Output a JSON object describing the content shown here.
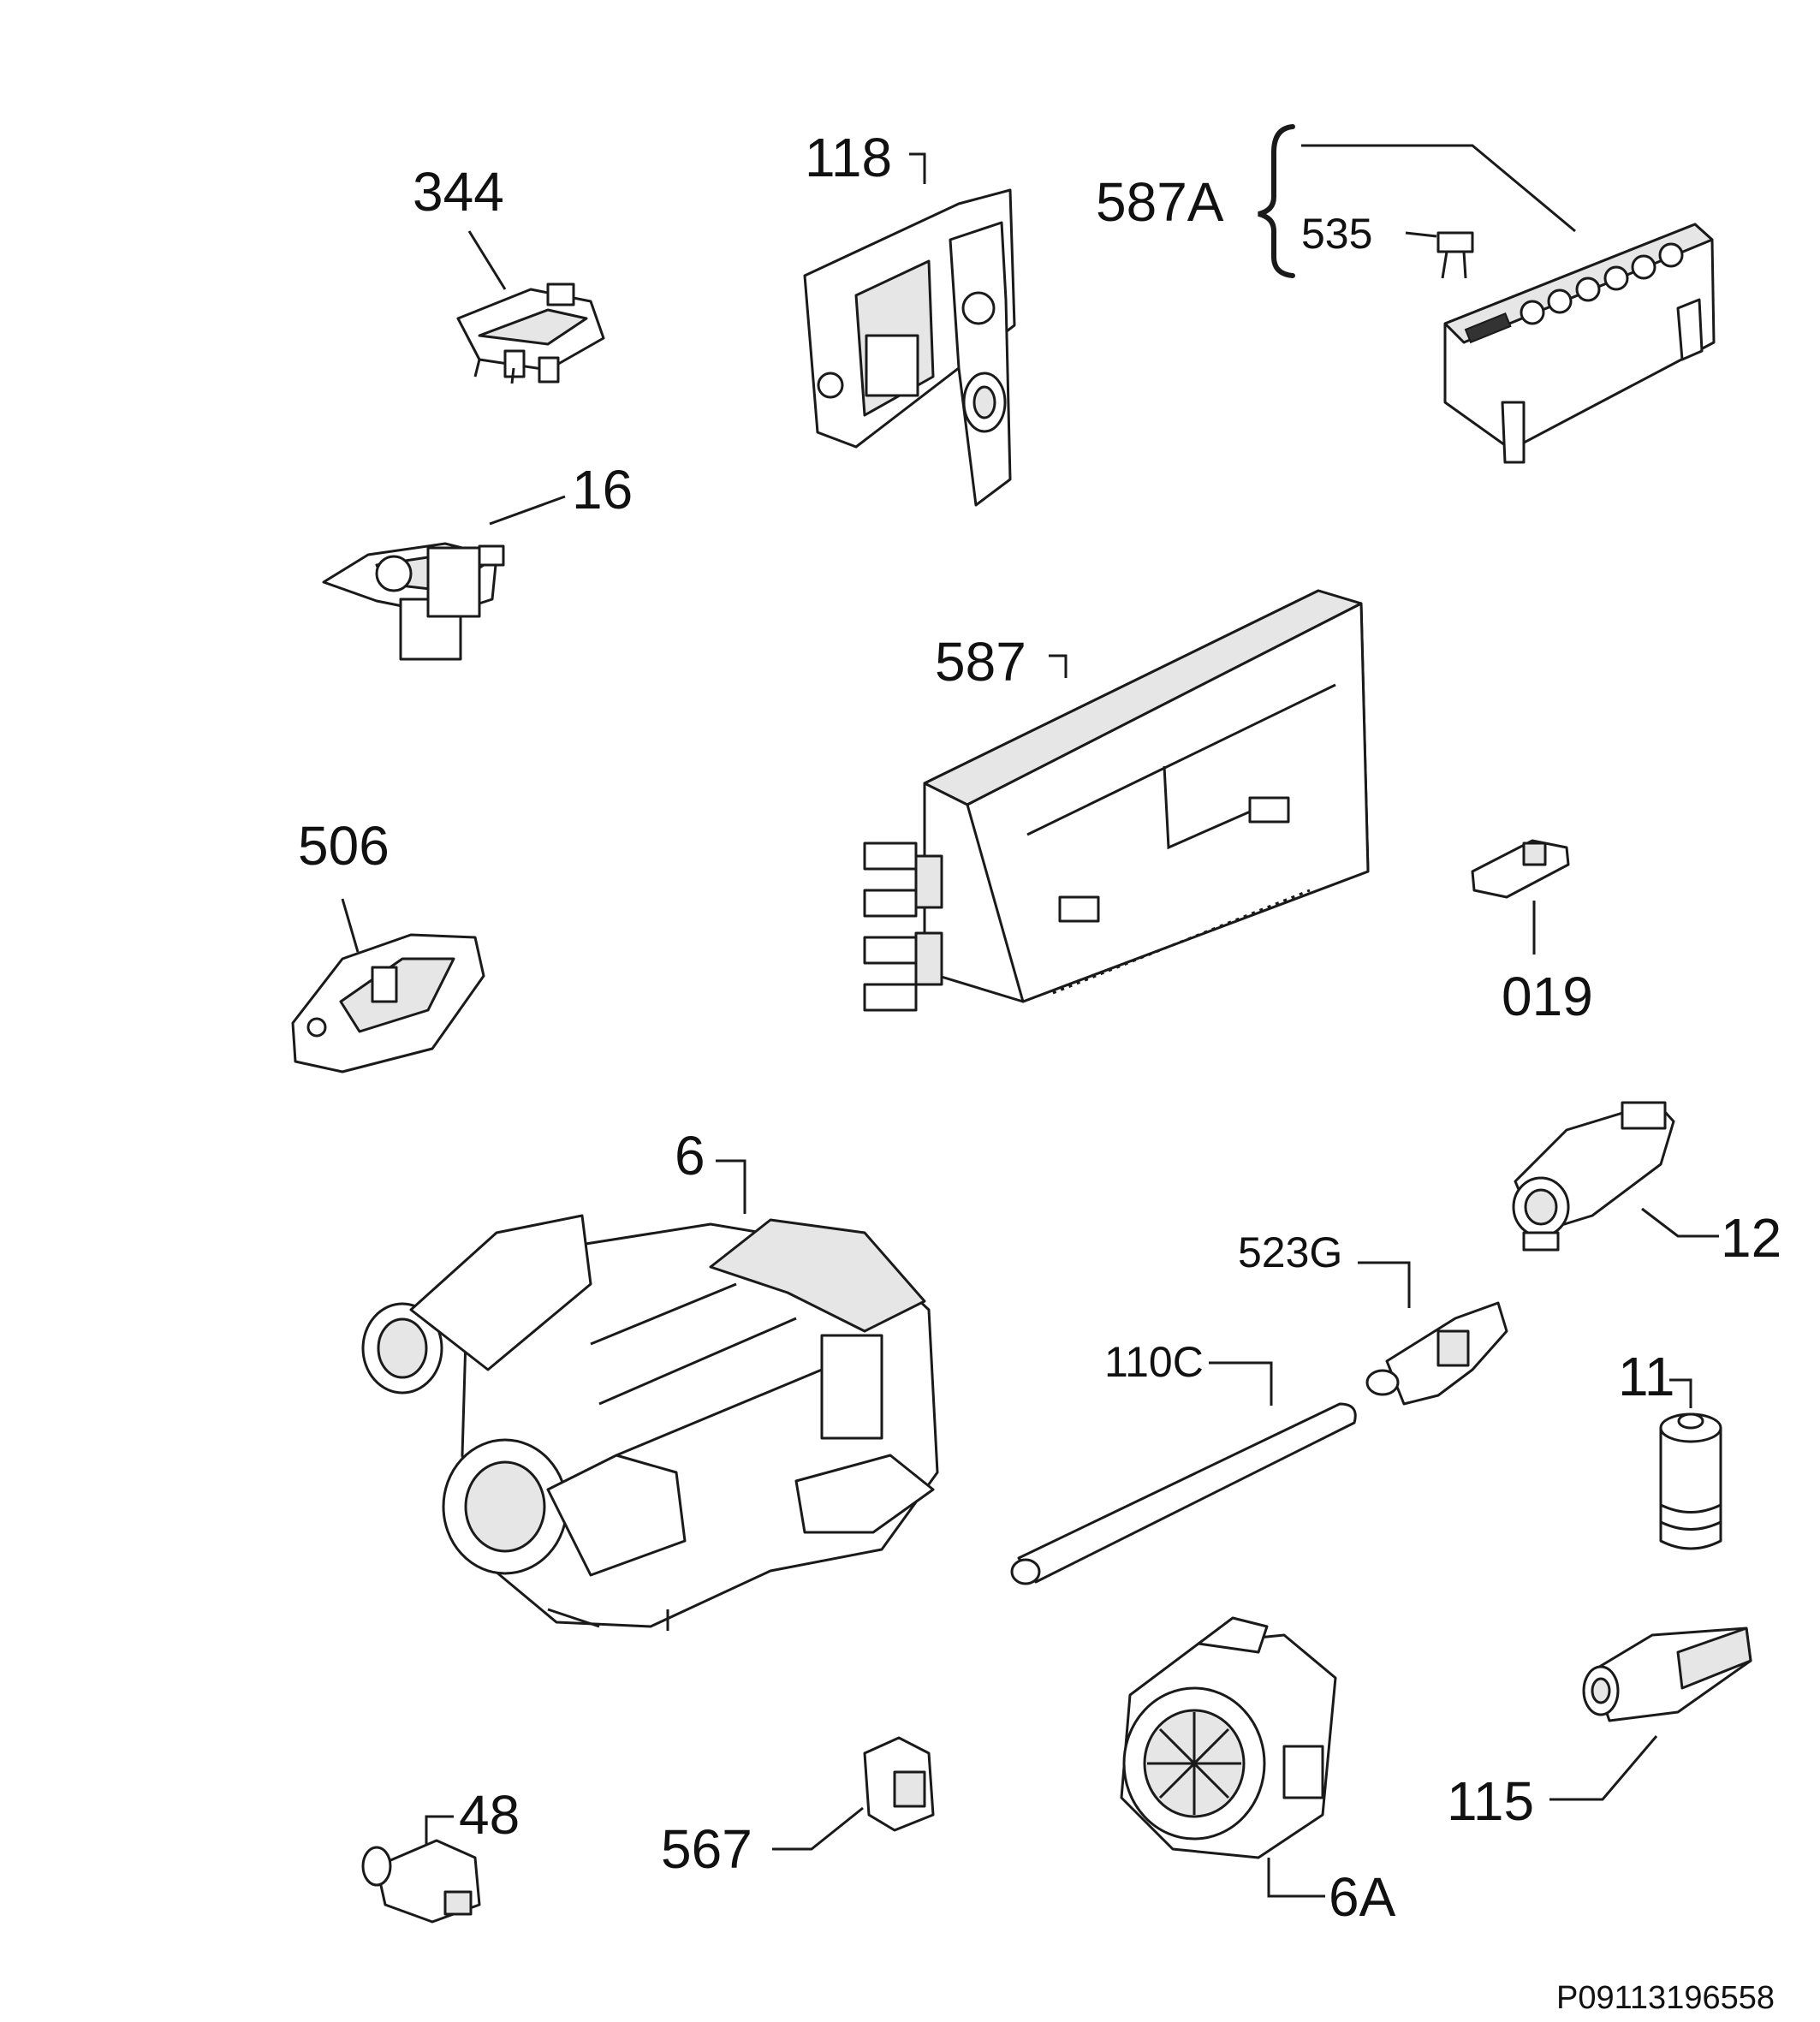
{
  "labels": {
    "p344": "344",
    "p118": "118",
    "p587a": "587A",
    "p535": "535",
    "p16": "16",
    "p587": "587",
    "p506": "506",
    "p019": "019",
    "p6": "6",
    "p12": "12",
    "p523g": "523G",
    "p110c": "110C",
    "p11": "11",
    "p115": "115",
    "p48": "48",
    "p567": "567",
    "p6a": "6A"
  },
  "diagram_code": "P09113196558"
}
